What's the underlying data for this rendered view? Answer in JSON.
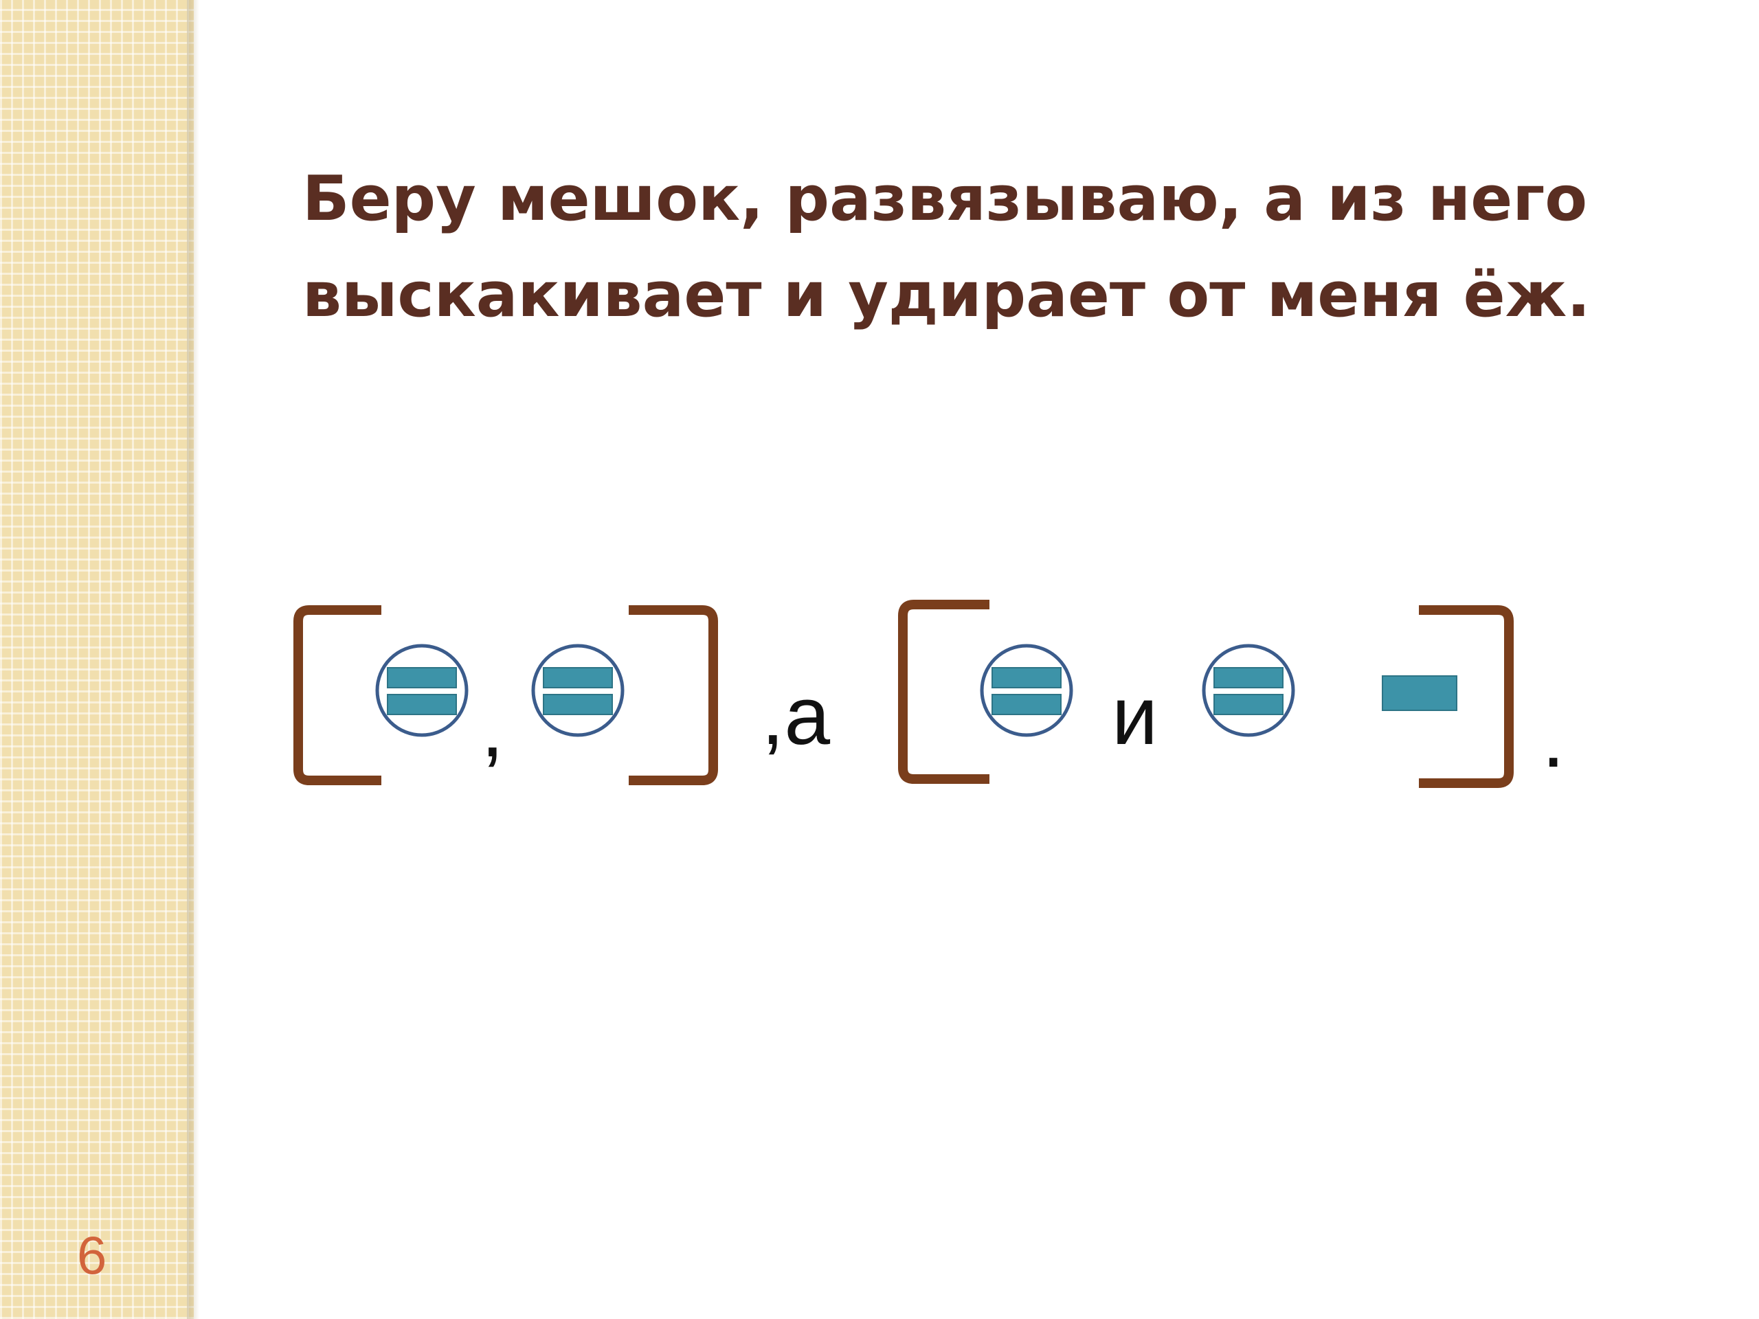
{
  "title": {
    "line1": "Беру мешок, развязываю, а из него",
    "line2": "выскакивает и удирает от меня ёж."
  },
  "scheme": {
    "comma_1": ",",
    "comma_a": ",а",
    "conj_i": "и",
    "period": "."
  },
  "slide_number": "6",
  "colors": {
    "title_text": "#5a2e22",
    "bracket": "#7a3e1c",
    "predicate_fill": "#3d93a8",
    "circle_stroke": "#3b5c8c",
    "page_number": "#d2643c",
    "side_strip": "#f1dfae"
  },
  "icons": {
    "predicate": "double-underline-in-circle-icon",
    "subject": "single-bar-icon",
    "clause_bracket": "square-bracket-icon"
  }
}
